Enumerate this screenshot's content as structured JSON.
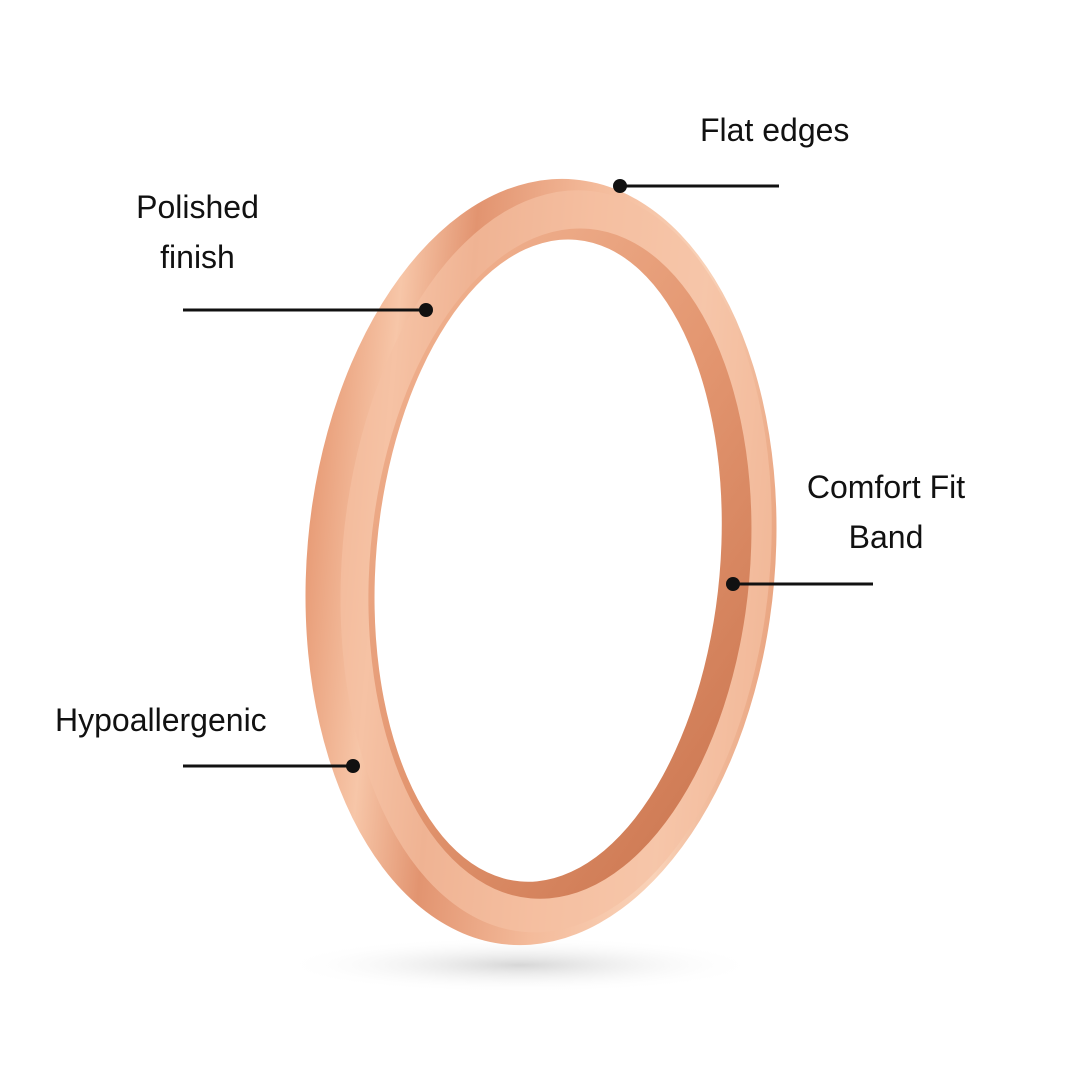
{
  "annotations": {
    "flat_edges": "Flat edges",
    "polished_finish_line1": "Polished",
    "polished_finish_line2": "finish",
    "comfort_fit_line1": "Comfort Fit",
    "comfort_fit_line2": "Band",
    "hypoallergenic": "Hypoallergenic"
  },
  "colors": {
    "ring_light": "#f8cdb2",
    "ring_mid": "#eba27d",
    "ring_dark": "#c97550",
    "leader_line": "#111111"
  }
}
